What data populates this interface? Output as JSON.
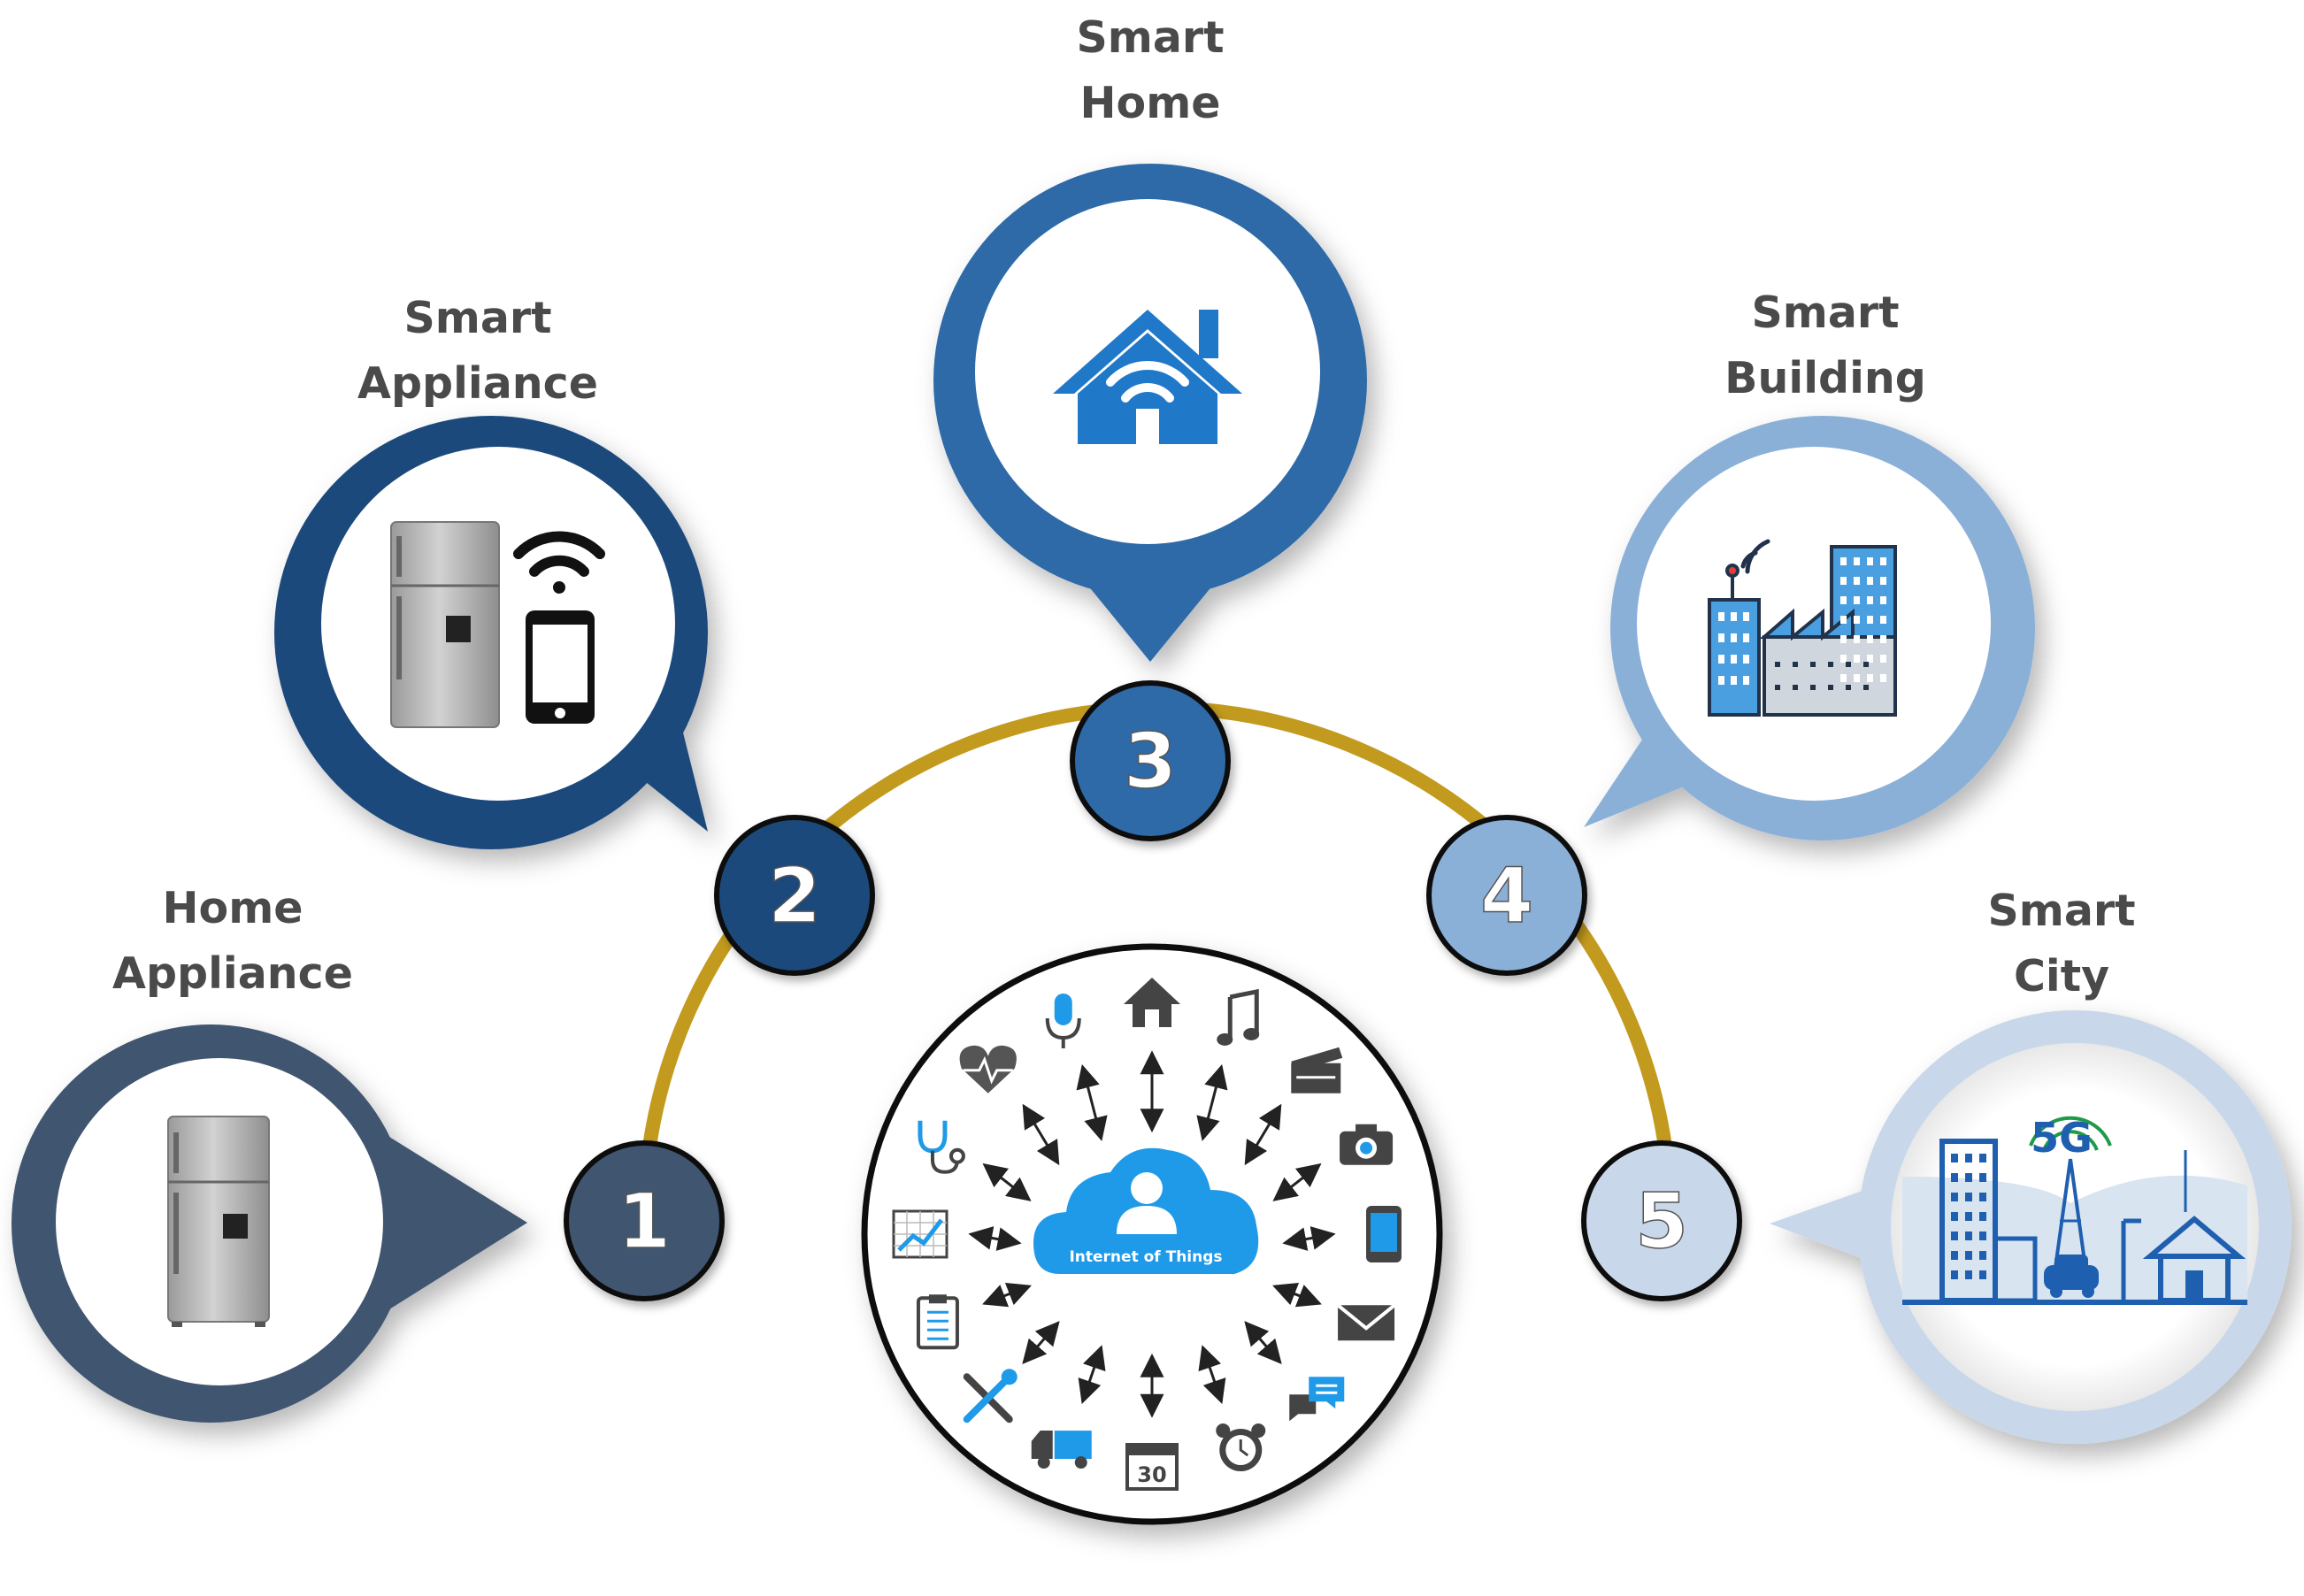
{
  "nodes": [
    {
      "number": "1",
      "label_line1": "Home",
      "label_line2": "Appliance",
      "icon": "refrigerator-icon",
      "color": "#3f5470"
    },
    {
      "number": "2",
      "label_line1": "Smart",
      "label_line2": "Appliance",
      "icon": "refrigerator-smartphone-wifi-icon",
      "color": "#1c4a7c"
    },
    {
      "number": "3",
      "label_line1": "Smart",
      "label_line2": "Home",
      "icon": "smart-house-wifi-icon",
      "color": "#2f6ba8"
    },
    {
      "number": "4",
      "label_line1": "Smart",
      "label_line2": "Building",
      "icon": "smart-building-icon",
      "color": "#8ab0d8"
    },
    {
      "number": "5",
      "label_line1": "Smart",
      "label_line2": "City",
      "icon": "smart-city-5g-icon",
      "color": "#c8d8ea"
    }
  ],
  "center": {
    "title": "Internet of Things",
    "icon": "cloud-user-icon",
    "satellites": [
      "heart-rate-icon",
      "microphone-icon",
      "home-icon",
      "music-note-icon",
      "clapperboard-icon",
      "camera-icon",
      "tablet-icon",
      "mail-icon",
      "chat-icon",
      "alarm-clock-icon",
      "calendar-icon",
      "delivery-truck-icon",
      "tools-icon",
      "clipboard-icon",
      "chart-icon",
      "stethoscope-icon"
    ],
    "calendar_day": "30"
  },
  "city_badge": "5G",
  "colors": {
    "arc": "#c29a1e",
    "accent": "#1f78c8"
  }
}
